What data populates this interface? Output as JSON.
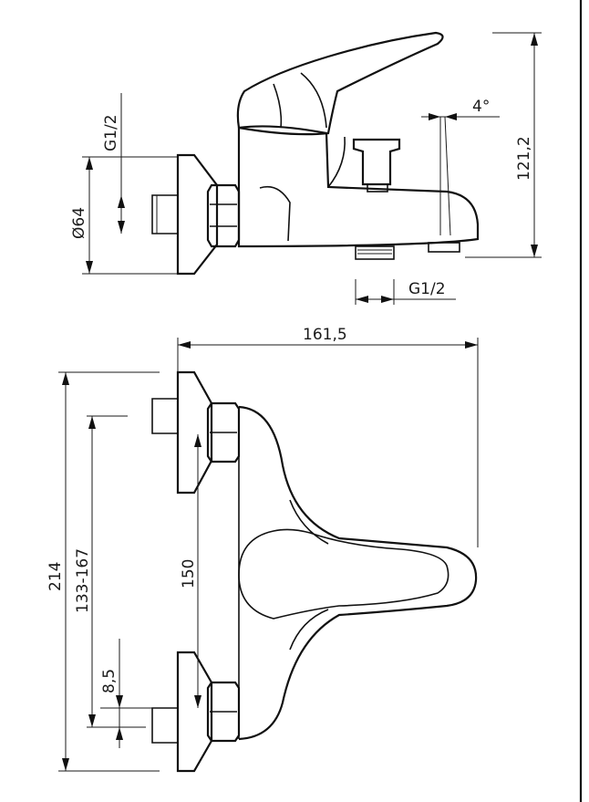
{
  "drawing": {
    "border_color": "#111111",
    "views": [
      "side-view",
      "front-view"
    ],
    "dimensions": {
      "g12_vertical": "G1/2",
      "d64": "Ø64",
      "angle": "4°",
      "height_121": "121,2",
      "g12_horizontal": "G1/2",
      "width_161": "161,5",
      "height_214": "214",
      "range_133_167": "133-167",
      "center_150": "150",
      "offset_8_5": "8,5"
    }
  }
}
